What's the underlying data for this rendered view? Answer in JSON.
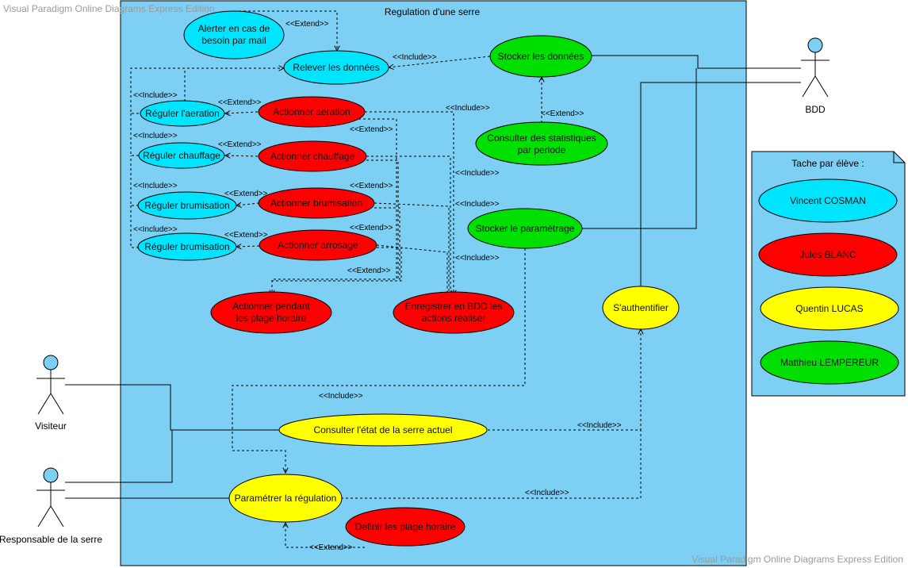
{
  "watermark": "Visual Paradigm Online Diagrams Express Edition",
  "system": {
    "title": "Regulation d'une serre"
  },
  "colors": {
    "system_fill": "#7ecff4",
    "cyan": "#00e5ff",
    "red": "#ff0000",
    "green": "#00e000",
    "yellow": "#ffff00"
  },
  "actors": {
    "bdd": "BDD",
    "visiteur": "Visiteur",
    "responsable": "Responsable de la serre"
  },
  "use_cases": {
    "alerter": [
      "Alerter en cas de",
      "besoin par mail"
    ],
    "relever": "Relever les données",
    "stocker_donnees": "Stocker les données",
    "reguler_aeration": "Réguler l'aeration",
    "actionner_aeration": "Actionner aeration",
    "reguler_chauffage": "Réguler chauffage",
    "actionner_chauffage": "Actionner chauffage",
    "reguler_brumisation_1": "Réguler brumisation",
    "actionner_brumisation": "Actionner brumisation",
    "reguler_brumisation_2": "Réguler brumisation",
    "actionner_arrosage": "Actionner arrosage",
    "consulter_stats": [
      "Consulter des statistiques",
      "par periode"
    ],
    "stocker_parametrage": "Stocker le paramètrage",
    "actionner_plage": [
      "Actionner pendant",
      "les plage horaire"
    ],
    "enregistrer_bdd": [
      "Enregistrer en BDD les",
      "actions realiser"
    ],
    "authentifier": "S'authentifier",
    "consulter_etat": "Consulter l'état de la serre actuel",
    "parametrer": "Paramétrer la régulation",
    "definir_plage": "Definir les plage horaire"
  },
  "stereotypes": {
    "include": "<<Include>>",
    "extend": "<<Extend>>"
  },
  "legend": {
    "title": "Tache par élève :",
    "students": [
      {
        "name": "Vincent COSMAN",
        "color": "#00e5ff"
      },
      {
        "name": "Jules BLANC",
        "color": "#ff0000"
      },
      {
        "name": "Quentin LUCAS",
        "color": "#ffff00"
      },
      {
        "name": "Matthieu LEMPEREUR",
        "color": "#00e000"
      }
    ]
  }
}
